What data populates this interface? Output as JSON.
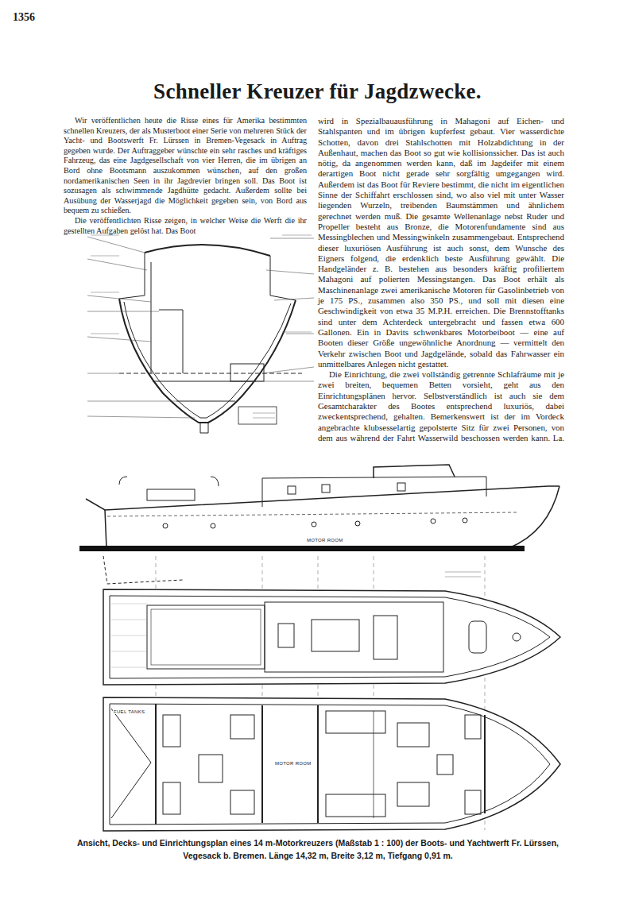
{
  "diagram": {
    "title": "Schneller Kreuzer für Jagdzwecke.",
    "caption": "Ansicht, Decks- und Einrichtungsplan eines 14 m-Motorkreuzers (Maßstab 1 : 100) der Boots- und Yachtwerft Fr. Lürssen, Vegesack b. Bremen. Länge 14,32 m, Breite 3,12 m, Tiefgang 0,91 m.",
    "labels": [
      "1356",
      "Wir veröffentlichen heute die Risse eines für Amerika bestimmten schnellen Kreuzers, der als Musterboot einer Serie von mehreren Stück der Yacht- und Bootswerft Fr. Lürssen in Bremen-Vegesack in Auftrag gegeben wurde. Der Auftraggeber wünschte ein sehr rasches und kräftiges Fahrzeug, das eine Jagdgesellschaft von vier Herren, die im übrigen an Bord ohne Bootsmann auszukommen wünschen, auf den großen nordamerikanischen Seen in ihr Jagdrevier bringen soll. Das Boot ist sozusagen als schwimmende Jagdhütte gedacht. Außerdem sollte bei Ausübung der Wasserjagd die Möglichkeit gegeben sein, von Bord aus bequem zu schießen.",
      "Die veröffentlichten Risse zeigen, in welcher Weise die Werft die ihr gestellten Aufgaben gelöst hat. Das Boot",
      "wird in Spezialbauausführung in Mahagoni auf Eichen- und Stahlspanten und im übrigen kupferfest gebaut. Vier wasserdichte Schotten, davon drei Stahlschotten mit Holzabdichtung in der Außenhaut, machen das Boot so gut wie kollisionssicher. Das ist auch nötig, da angenommen werden kann, daß im Jagdeifer mit einem derartigen Boot nicht gerade sehr sorgfältig umgegangen wird. Außerdem ist das Boot für Reviere bestimmt, die nicht im eigentlichen Sinne der Schiffahrt erschlossen sind, wo also viel mit unter Wasser liegenden Wurzeln, treibenden Baumstämmen und ähnlichem gerechnet werden muß. Die gesamte Wellenanlage nebst Ruder und Propeller besteht aus Bronze, die Motorenfundamente sind aus Messingblechen und Messingwinkeln zusammengebaut. Entsprechend dieser luxuriösen Ausführung ist auch sonst, dem Wunsche des Eigners folgend, die erdenklich beste Ausführung gewählt. Die Handgeländer z. B. bestehen aus besonders kräftig profiliertem Mahagoni auf polierten Messingstangen. Das Boot erhält als Maschinenanlage zwei amerikanische Motoren für Gasolinbetrieb von je 175 PS., zusammen also 350 PS., und soll mit diesen eine Geschwindigkeit von etwa 35 M.P.H. erreichen. Die Brennstofftanks sind unter dem Achterdeck untergebracht und fassen etwa 600 Gallonen. Ein in Davits schwenkbares Motorbeiboot — eine auf Booten dieser Größe ungewöhnliche Anordnung — vermittelt den Verkehr zwischen Boot und Jagdgelände, sobald das Fahrwasser ein unmittelbares Anlegen nicht gestattet.",
      "Die Einrichtung, die zwei vollständig getrennte Schlafräume mit je zwei breiten, bequemen Betten vorsieht, geht aus den Einrichtungsplänen hervor. Selbstverständlich ist auch sie dem Gesamtcharakter des Bootes entsprechend luxuriös, dabei zweckentsprechend, gehalten. Bemerkenswert ist der im Vordeck angebrachte klubsesselartig gepolsterte Sitz für zwei Personen, von dem aus während der Fahrt Wasserwild beschossen werden kann.",
      "La.",
      "MOTOR ROOM",
      "FUEL TANKS",
      "MOTOR ROOM"
    ]
  }
}
